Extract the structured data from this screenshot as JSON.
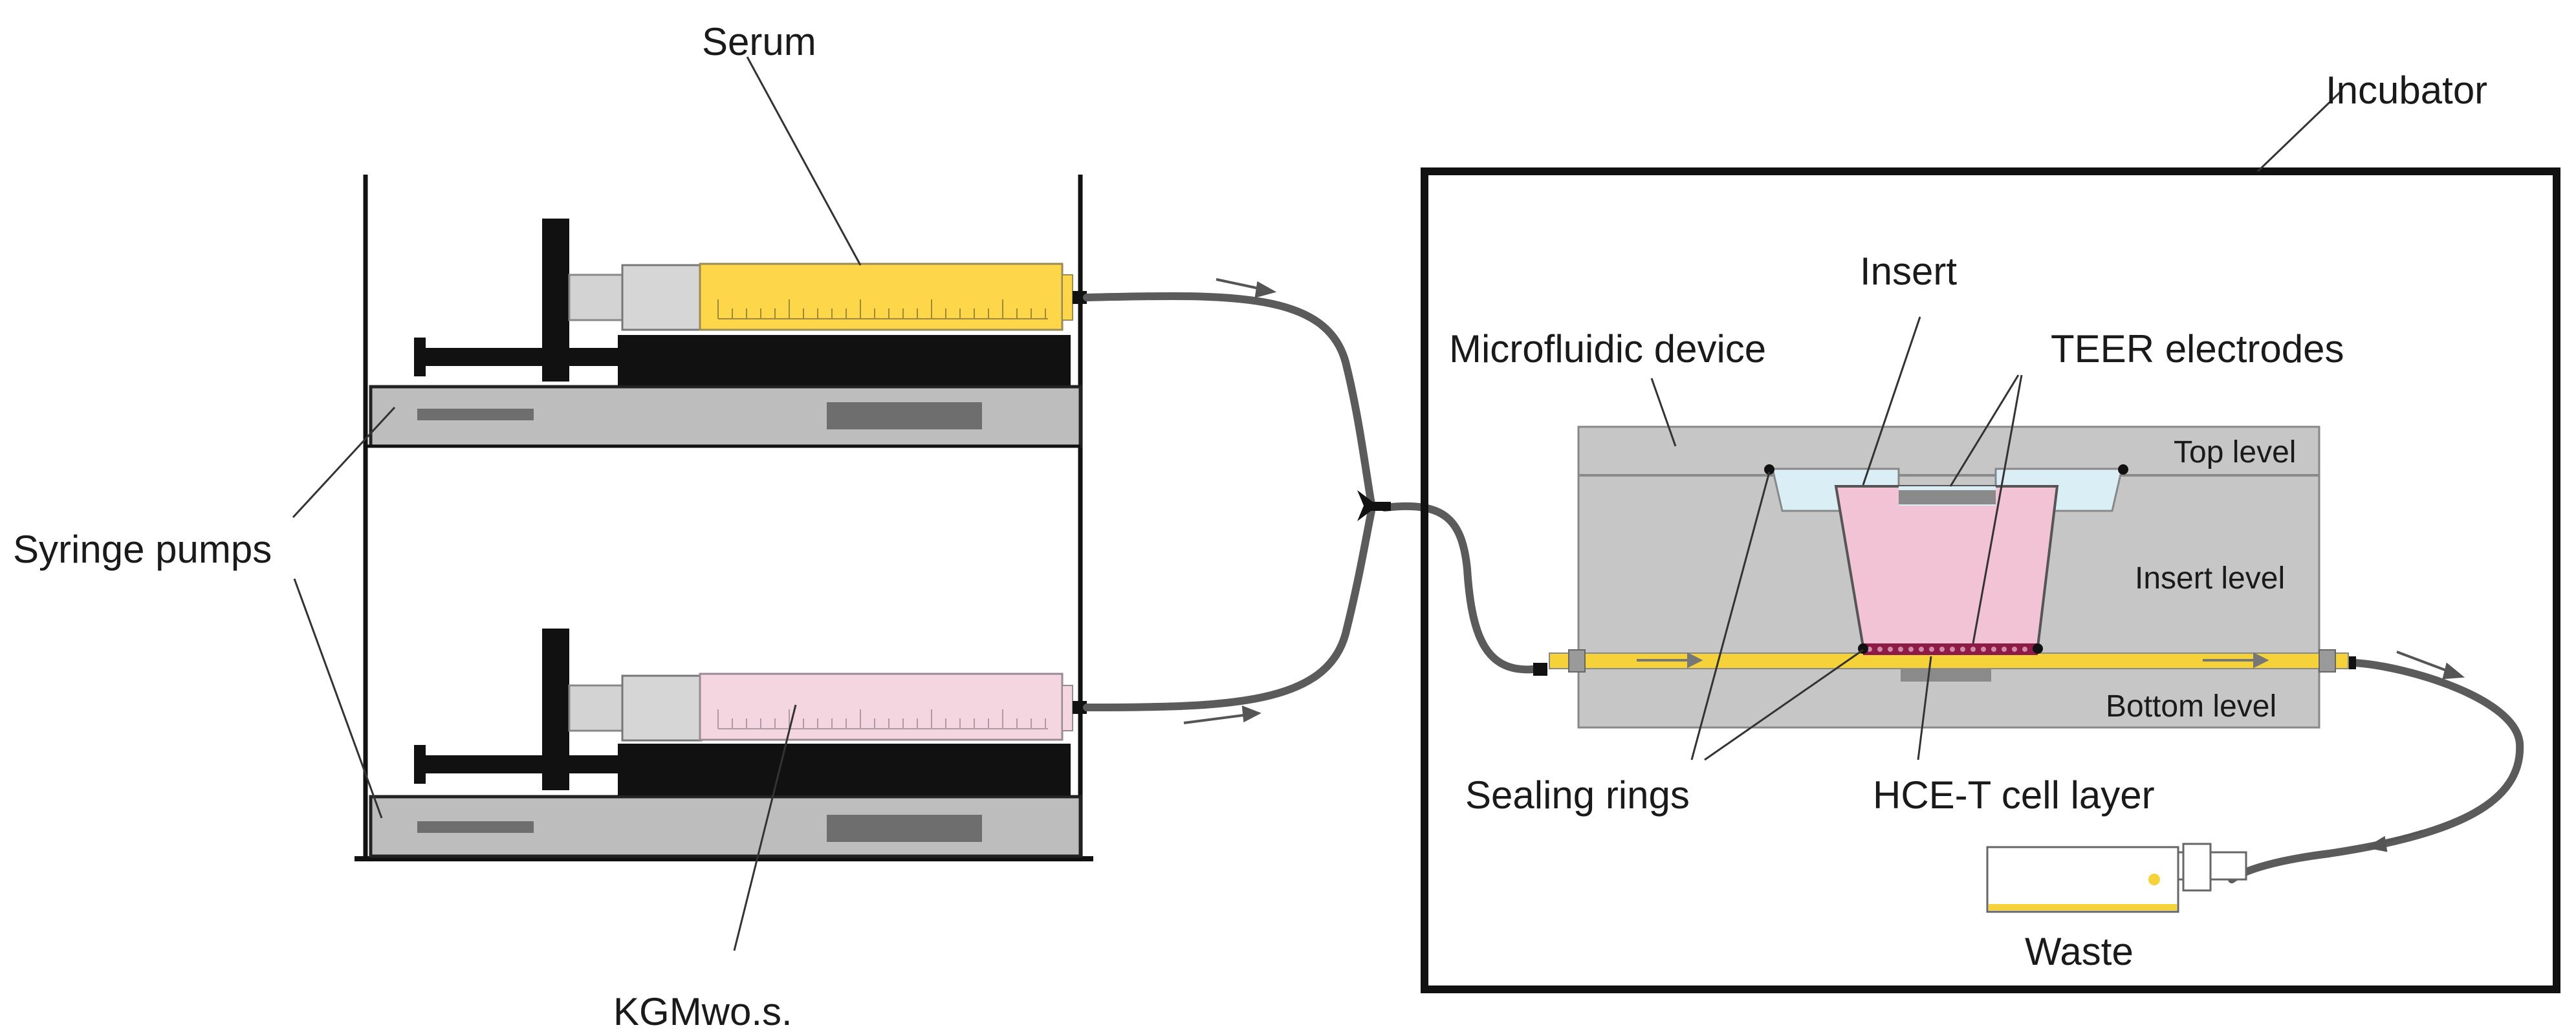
{
  "labels": {
    "serum": "Serum",
    "syringe_pumps": "Syringe pumps",
    "kgm": "KGMwo.s.",
    "incubator": "Incubator",
    "insert": "Insert",
    "microfluidic_device": "Microfluidic device",
    "teer_electrodes": "TEER electrodes",
    "top_level": "Top level",
    "insert_level": "Insert level",
    "bottom_level": "Bottom level",
    "sealing_rings": "Sealing rings",
    "hce_t": "HCE-T cell layer",
    "waste": "Waste"
  },
  "colors": {
    "serum_fill": "#fdd64a",
    "kgm_fill": "#f4d6e1",
    "pump_gray": "#bdbdbd",
    "device_gray": "#c6c6c6",
    "tube_gray": "#5b5b5b",
    "insert_medium": "#f2c3d4",
    "top_medium": "#d9eef5",
    "cell_layer": "#8e1b47",
    "channel_yellow": "#f5d13a"
  },
  "icons": {
    "flow_arrow": "flow-arrow-icon",
    "y_connector": "y-connector-icon"
  }
}
